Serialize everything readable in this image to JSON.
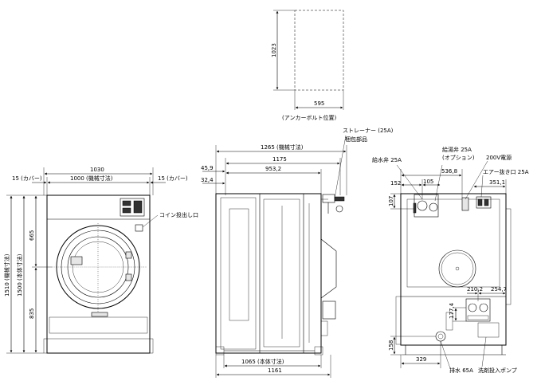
{
  "anchor": {
    "dim_depth": "1023",
    "dim_width": "595",
    "caption": "(アンカーボルト位置)"
  },
  "front": {
    "dim_total": "1030",
    "dim_machine": "1000 (機械寸法)",
    "dim_cover_left": "15 (カバー)",
    "dim_cover_right": "15 (カバー)",
    "dim_upper": "665",
    "dim_lower": "835",
    "dim_body_height": "1500 (本体寸法)",
    "dim_machine_height": "1510 (機械寸法)",
    "coin_label": "コイン投出し口"
  },
  "side": {
    "dim_machine": "1265 (機械寸法)",
    "dim_1175": "1175",
    "dim_953": "953,2",
    "dim_459": "45,9",
    "dim_324": "32,4",
    "dim_body": "1065 (本体寸法)",
    "dim_bottom": "1161",
    "strainer_label": "ストレーナー (25A)",
    "pack_label": "梱包部品"
  },
  "rear": {
    "water_label": "給水弁 25A",
    "hot_label": "給湯弁 25A",
    "hot_option": "(オプション)",
    "power_label": "200V電源",
    "air_label": "エアー抜き口 25A",
    "dim_5368": "536,8",
    "dim_152": "152",
    "dim_105": "105",
    "dim_3511": "351,1",
    "dim_107": "107",
    "dim_2102": "210,2",
    "dim_2547": "254,7",
    "dim_1774": "177,4",
    "dim_158": "158",
    "dim_329": "329",
    "drain_label": "排水 65A",
    "detergent_label": "洗剤投入ポンプ"
  }
}
